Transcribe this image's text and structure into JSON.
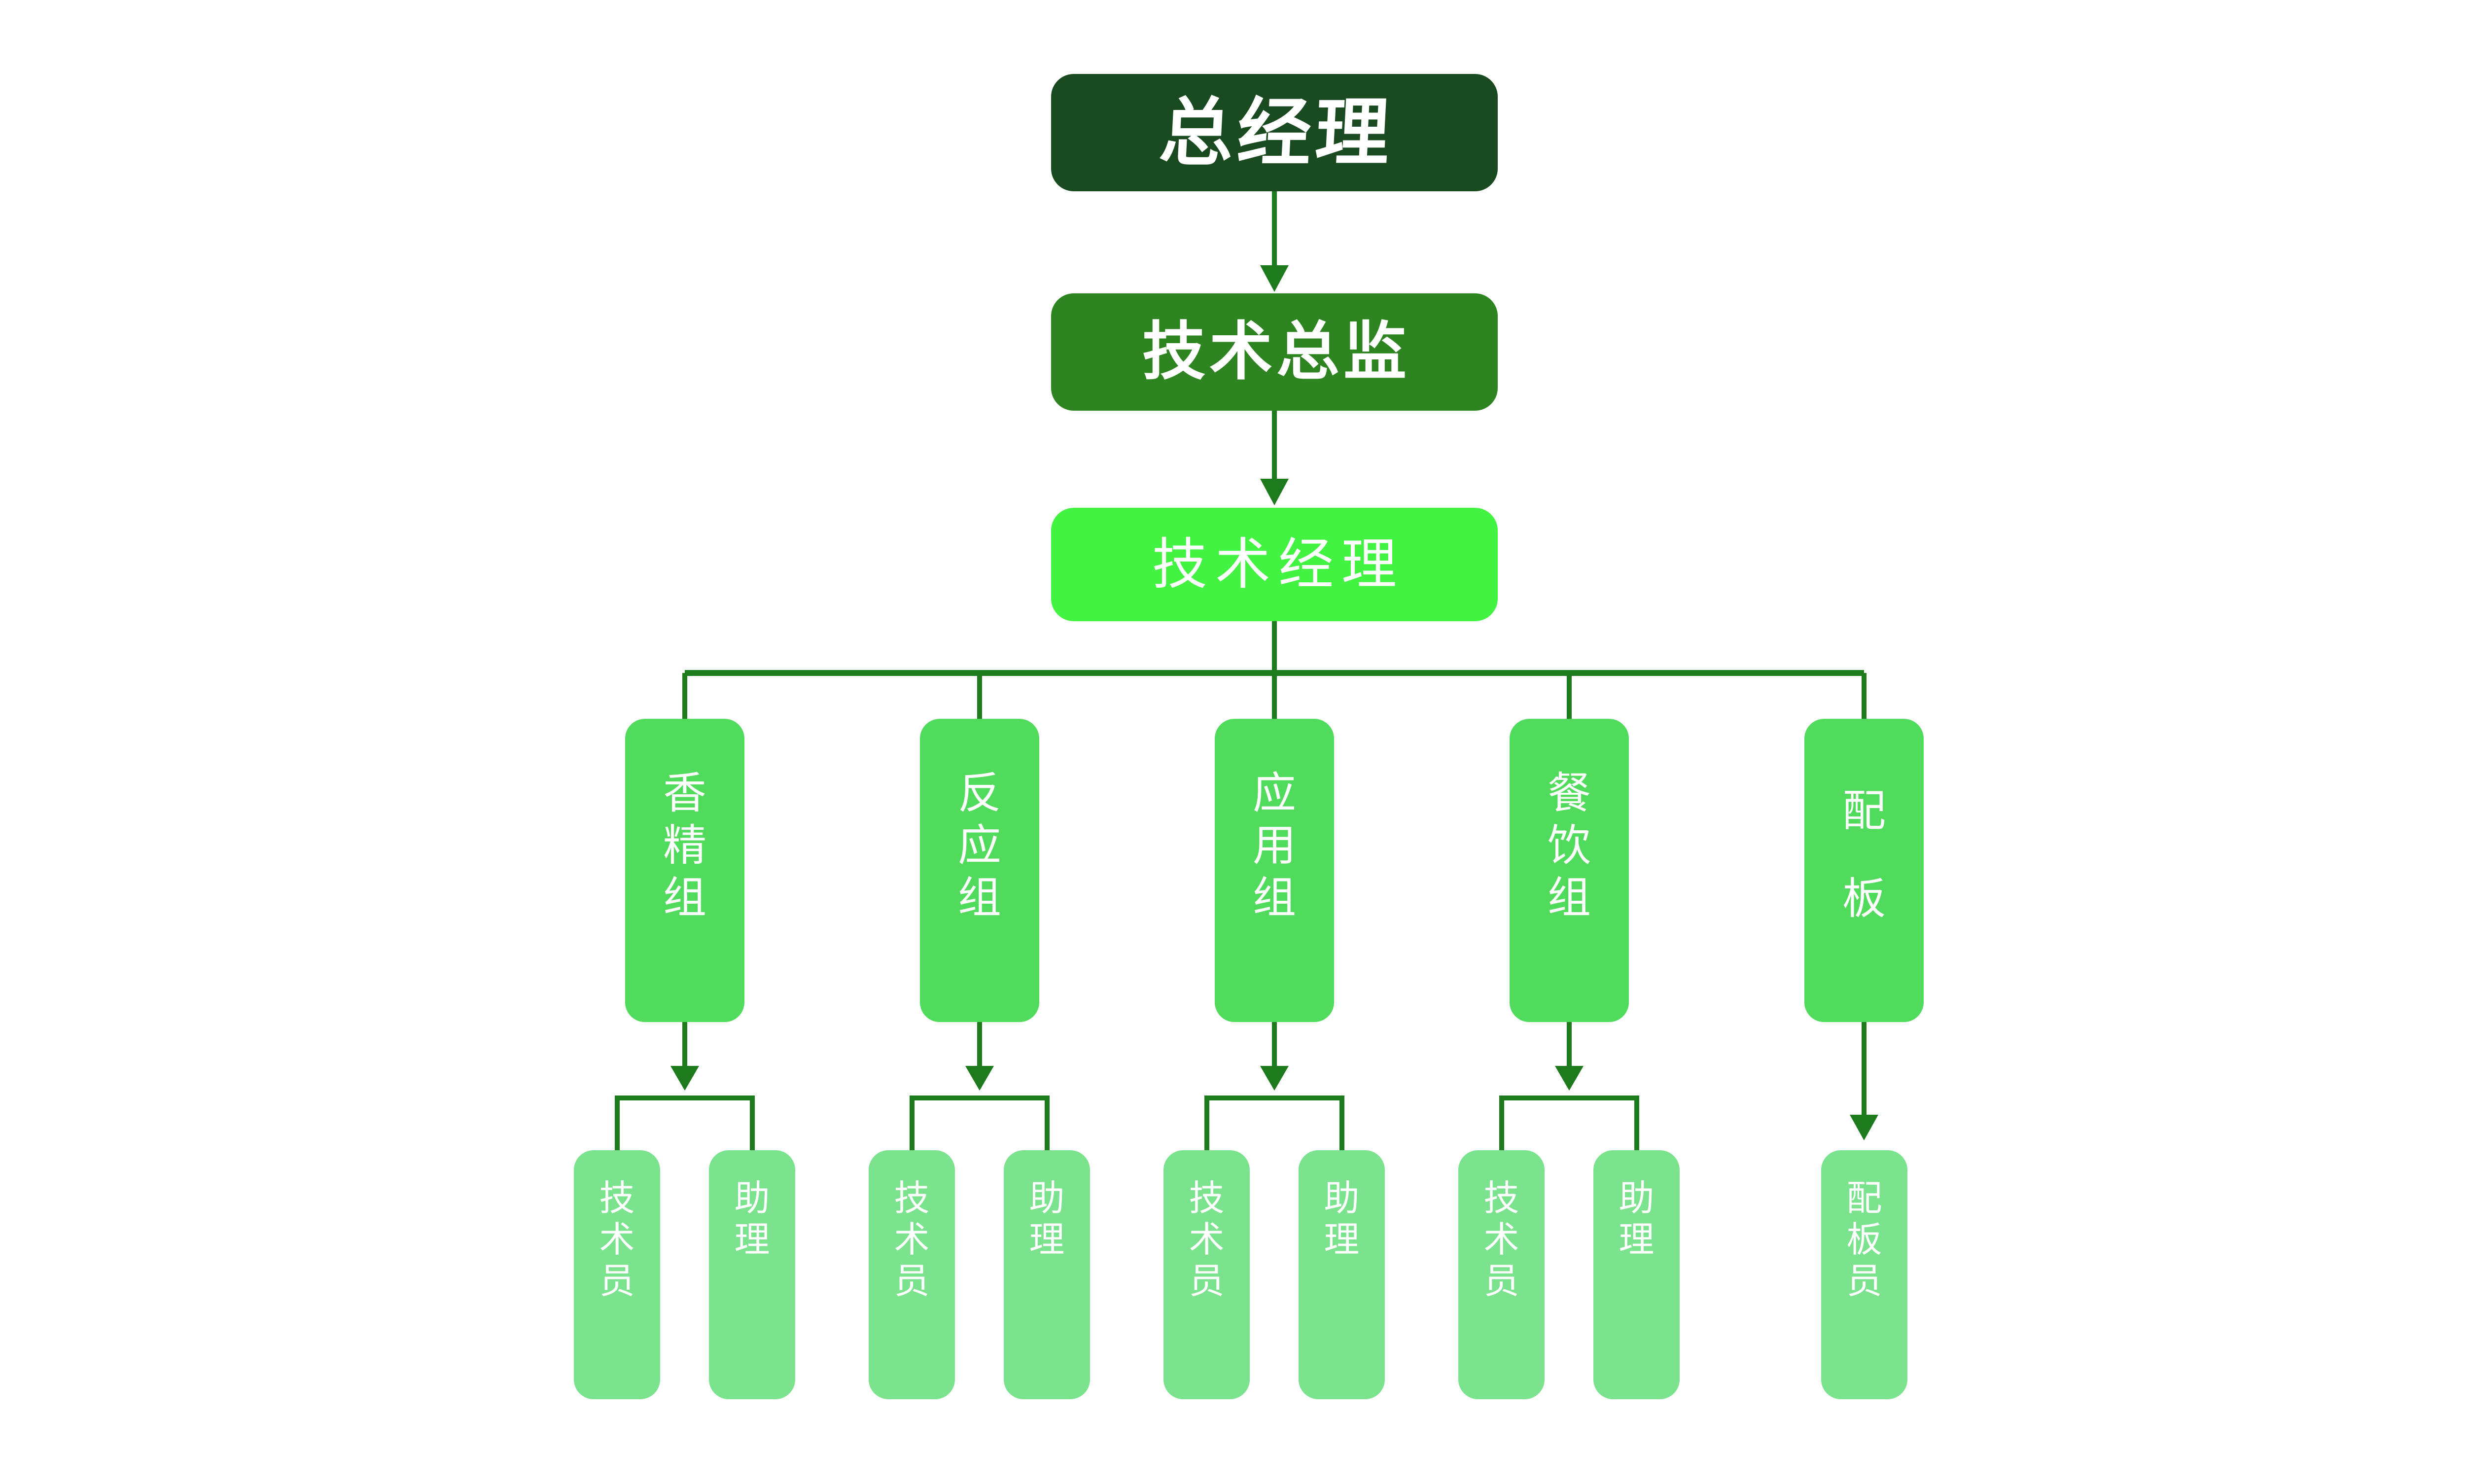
{
  "theme": {
    "colors": {
      "background": "#ffffff",
      "text_color": "#ffffff",
      "connector": "#1d7a1d",
      "level1": "#1a4a20",
      "level2": "#2e8420",
      "level3": "#42f342",
      "level4": "#51db5c",
      "level5": "#7be28d"
    }
  },
  "nodes": {
    "general_manager": "总经理",
    "tech_director": "技术总监",
    "tech_manager": "技术经理",
    "groups": [
      {
        "name": "香精组",
        "children": [
          "技术员",
          "助理"
        ]
      },
      {
        "name": "反应组",
        "children": [
          "技术员",
          "助理"
        ]
      },
      {
        "name": "应用组",
        "children": [
          "技术员",
          "助理"
        ]
      },
      {
        "name": "餐饮组",
        "children": [
          "技术员",
          "助理"
        ]
      },
      {
        "name": "配板",
        "children": [
          "配板员"
        ]
      }
    ]
  }
}
